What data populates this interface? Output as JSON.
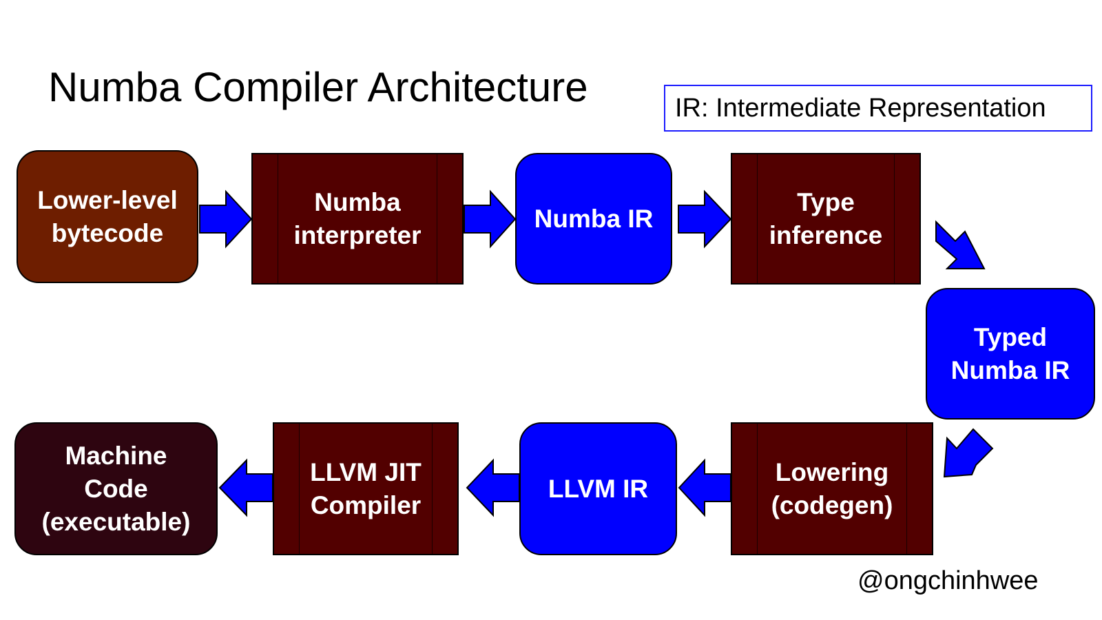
{
  "title": "Numba Compiler Architecture",
  "legend": "IR: Intermediate Representation",
  "nodes": {
    "bytecode": "Lower-level\nbytecode",
    "interpreter": "Numba\ninterpreter",
    "numba_ir": "Numba IR",
    "type_inference": "Type\ninference",
    "typed_ir": "Typed\nNumba IR",
    "lowering": "Lowering\n(codegen)",
    "llvm_ir": "LLVM IR",
    "llvm_jit": "LLVM JIT\nCompiler",
    "machine_code": "Machine\nCode\n(executable)"
  },
  "handle": "@ongchinhwee",
  "colors": {
    "input_fill": "#6e1e00",
    "process_fill": "#520000",
    "ir_fill": "#0000ff",
    "output_fill": "#2e0510",
    "arrow_fill": "#0000ff",
    "legend_border": "#1a1aff"
  }
}
